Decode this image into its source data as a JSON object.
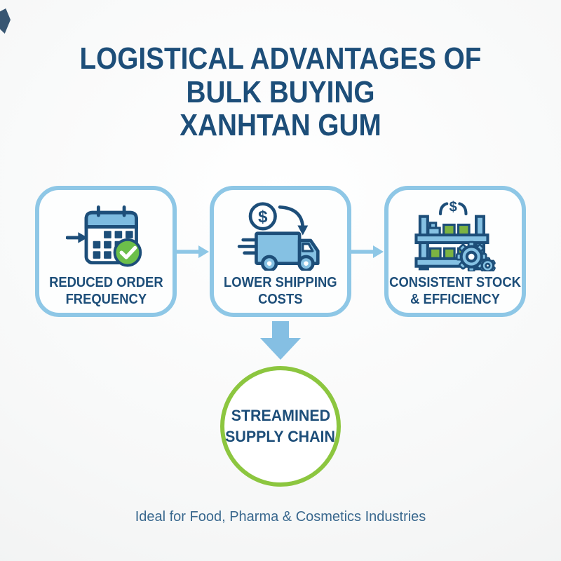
{
  "title": {
    "lines": [
      "LOGISTICAL ADVANTAGES OF",
      "BULK BUYING",
      "XANHTAN GUM"
    ]
  },
  "flow_boxes": [
    {
      "icon": "calendar-check-icon",
      "label": [
        "REDUCED ORDER",
        "FREQUENCY"
      ]
    },
    {
      "icon": "money-truck-icon",
      "label": [
        "LOWER SHIPPING",
        "COSTS"
      ]
    },
    {
      "icon": "stock-shelf-gears-icon",
      "label": [
        "CONSISTENT STOCK",
        "& EFFICIENCY"
      ]
    }
  ],
  "connectors": {
    "horizontal_arrows": 2,
    "down_arrow": "block-down-arrow"
  },
  "result_circle": {
    "lines": [
      "STREAMINED",
      "SUPPLY CHAIN"
    ]
  },
  "caption": "Ideal for Food, Pharma & Cosmetics Industries",
  "icon_glyphs": {
    "dollar": "$"
  },
  "colors": {
    "navy": "#1d4e79",
    "light_blue_border": "#8ec7e6",
    "icon_fill_blue": "#85c1e3",
    "result_green": "#8cc63f",
    "check_green": "#6cbf4a",
    "crate_green": "#7cb342",
    "caption_blue": "#39688e"
  }
}
